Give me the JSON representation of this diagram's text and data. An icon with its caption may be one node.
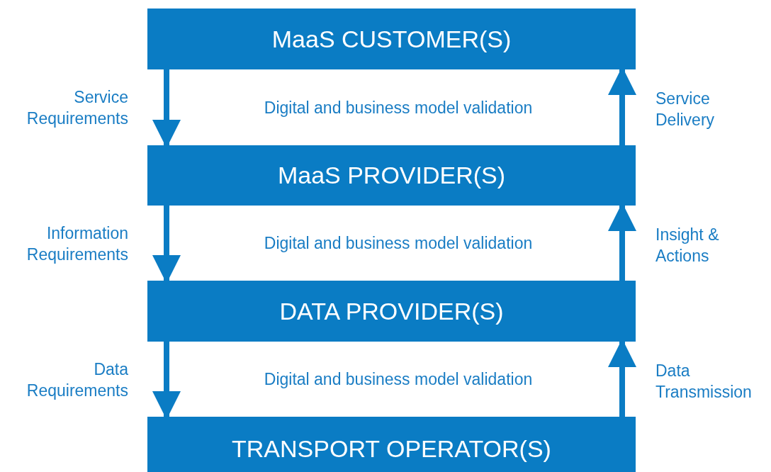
{
  "diagram": {
    "nodes": [
      {
        "text": [
          "MaaS CUSTOMER(S)"
        ]
      },
      {
        "text": [
          "MaaS PROVIDER(S)"
        ]
      },
      {
        "text": [
          "DATA PROVIDER(S)"
        ]
      },
      {
        "text": [
          "TRANSPORT OPERATOR(S)"
        ]
      }
    ],
    "edges": [
      {
        "from": 0,
        "to": 1,
        "arrow": "to",
        "label": "Service Requirements"
      },
      {
        "from": 1,
        "to": 0,
        "arrow": "to",
        "label": "Service Delivery"
      },
      {
        "from": 1,
        "to": 2,
        "arrow": "to",
        "label": "Information Requirements"
      },
      {
        "from": 2,
        "to": 1,
        "arrow": "to",
        "label": "Insight & Actions"
      },
      {
        "from": 2,
        "to": 3,
        "arrow": "to",
        "label": "Data Requirements"
      },
      {
        "from": 3,
        "to": 2,
        "arrow": "to",
        "label": "Data Transmission"
      }
    ],
    "labels": [
      "Digital and business model validation",
      "Digital and business model validation",
      "Digital and business model validation"
    ]
  }
}
